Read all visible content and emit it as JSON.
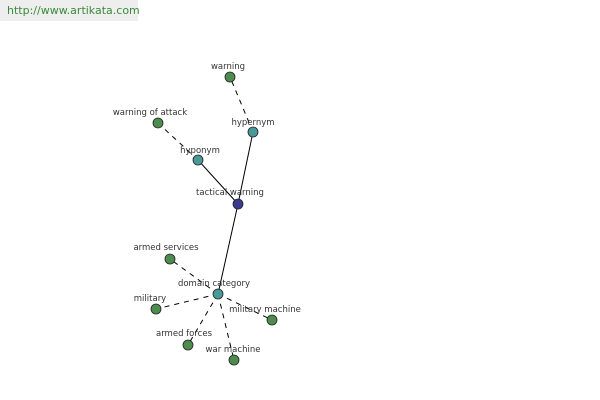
{
  "header": {
    "url": "http://www.artikata.com"
  },
  "colors": {
    "center": "#3a3a90",
    "relation": "#4a9999",
    "term": "#4e8c4e",
    "url_text": "#3a8a3a"
  },
  "graph": {
    "nodes": [
      {
        "id": "tactical-warning",
        "label": "tactical warning",
        "kind": "center"
      },
      {
        "id": "hypernym",
        "label": "hypernym",
        "kind": "relation"
      },
      {
        "id": "hyponym",
        "label": "hyponym",
        "kind": "relation"
      },
      {
        "id": "domain-category",
        "label": "domain category",
        "kind": "relation"
      },
      {
        "id": "warning",
        "label": "warning",
        "kind": "term"
      },
      {
        "id": "warning-of-attack",
        "label": "warning of attack",
        "kind": "term"
      },
      {
        "id": "armed-services",
        "label": "armed services",
        "kind": "term"
      },
      {
        "id": "military",
        "label": "military",
        "kind": "term"
      },
      {
        "id": "military-machine",
        "label": "military machine",
        "kind": "term"
      },
      {
        "id": "armed-forces",
        "label": "armed forces",
        "kind": "term"
      },
      {
        "id": "war-machine",
        "label": "war machine",
        "kind": "term"
      }
    ],
    "edges": [
      {
        "from": "tactical-warning",
        "to": "hypernym",
        "style": "solid"
      },
      {
        "from": "tactical-warning",
        "to": "hyponym",
        "style": "solid"
      },
      {
        "from": "tactical-warning",
        "to": "domain-category",
        "style": "solid"
      },
      {
        "from": "hypernym",
        "to": "warning",
        "style": "dashed"
      },
      {
        "from": "hyponym",
        "to": "warning-of-attack",
        "style": "dashed"
      },
      {
        "from": "domain-category",
        "to": "armed-services",
        "style": "dashed"
      },
      {
        "from": "domain-category",
        "to": "military",
        "style": "dashed"
      },
      {
        "from": "domain-category",
        "to": "military-machine",
        "style": "dashed"
      },
      {
        "from": "domain-category",
        "to": "armed-forces",
        "style": "dashed"
      },
      {
        "from": "domain-category",
        "to": "war-machine",
        "style": "dashed"
      }
    ]
  }
}
